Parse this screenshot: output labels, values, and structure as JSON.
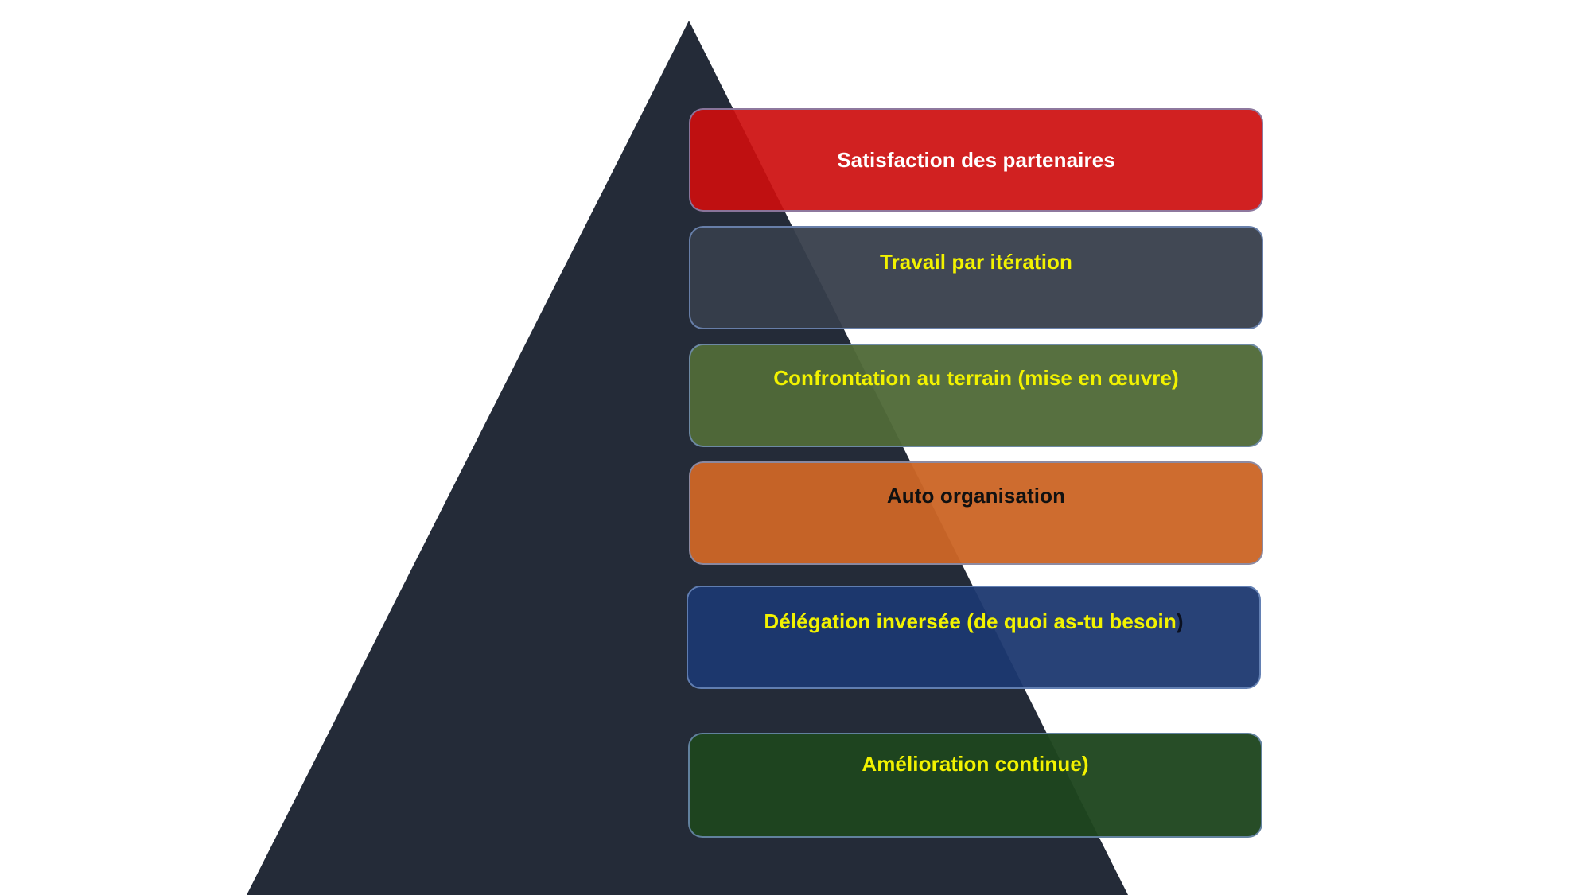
{
  "colors": {
    "pyramid": "#242b38",
    "background": "#ffffff"
  },
  "levels": [
    {
      "label": "Satisfaction des partenaires",
      "fill": "rgba(205,14,14,0.92)",
      "text_color": "#ffffff"
    },
    {
      "label": "Travail par itération",
      "fill": "rgba(55,62,75,0.95)",
      "text_color": "#f2f200"
    },
    {
      "label": "Confrontation au terrain (mise en œuvre)",
      "fill": "rgba(80,106,56,0.96)",
      "text_color": "#f2f200"
    },
    {
      "label": "Auto organisation",
      "fill": "rgba(204,102,38,0.96)",
      "text_color": "#111111"
    },
    {
      "label": "Délégation inversée (de quoi as-tu besoin",
      "suffix": ")",
      "fill": "rgba(28,56,112,0.95)",
      "text_color": "#f2f200"
    },
    {
      "label": "Amélioration continue)",
      "fill": "rgba(30,70,30,0.96)",
      "text_color": "#f2f200"
    }
  ]
}
